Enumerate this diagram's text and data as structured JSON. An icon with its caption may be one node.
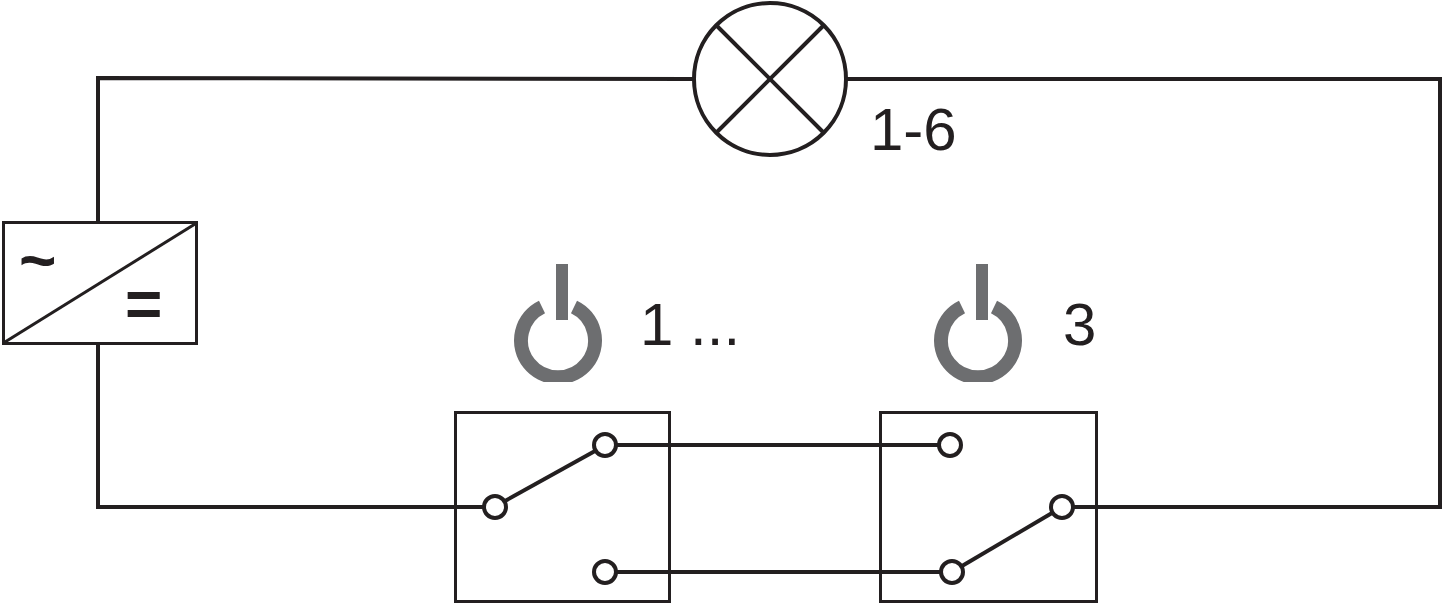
{
  "diagram": {
    "nodes": [
      {
        "text": [
          "~",
          "="
        ]
      },
      {
        "text": [],
        "shape": "circle",
        "beside": [
          "1-6"
        ]
      },
      {
        "text": [],
        "shape": "box",
        "beside": [
          "1 ..."
        ]
      },
      {
        "text": [],
        "shape": "box",
        "beside": [
          "3"
        ]
      }
    ],
    "edges": [
      {
        "from": 0,
        "to": 1,
        "arrow": "none"
      },
      {
        "from": 1,
        "to": 3,
        "arrow": "none"
      },
      {
        "from": 0,
        "to": 2,
        "arrow": "none"
      },
      {
        "from": 2,
        "to": 3,
        "arrow": "none"
      },
      {
        "from": 2,
        "to": 3,
        "arrow": "none"
      }
    ]
  }
}
